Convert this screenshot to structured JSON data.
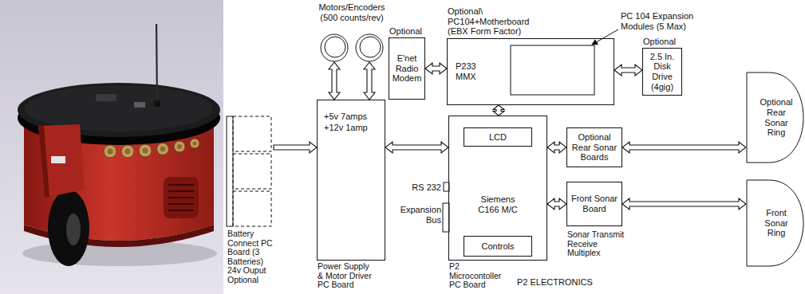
{
  "diagram": {
    "caption": "P2 ELECTRONICS",
    "nodes": [
      {
        "text": [
          "Motors/Encoders (500 counts/rev)"
        ]
      },
      {
        "text": [
          "Optional",
          "E'net Radio Modem"
        ]
      },
      {
        "text": [
          "Optional\\ PC104+Motherboard (EBX Form Factor)",
          "P233 MMX"
        ]
      },
      {
        "text": [
          "Optional",
          "2.5 In. Disk Drive (4gig)"
        ]
      },
      {
        "text": [
          "Optional Rear Sonar Ring"
        ]
      },
      {
        "text": [
          "Battery Connect PC Board (3 Batteries) 24v Ouput Optional"
        ]
      },
      {
        "text": [
          "+5v 7amps",
          "+12v 1amp",
          "Power Supply & Motor Driver PC Board"
        ]
      },
      {
        "text": [
          "Siemens C166 M/C",
          "P2 Microcontoller PC Board"
        ]
      },
      {
        "text": [
          "LCD"
        ],
        "in": 7
      },
      {
        "text": [
          "Controls"
        ],
        "in": 7
      },
      {
        "text": [
          "Optional Rear Sonar Boards"
        ]
      },
      {
        "text": [
          "Front Sonar Board",
          "Sonar Transmit Receive Multiplex"
        ]
      },
      {
        "text": [
          "Front Sonar Ring"
        ]
      }
    ],
    "edges": [
      {
        "from": 5,
        "to": 6,
        "arrow": "to"
      },
      {
        "from": 0,
        "to": 6,
        "arrow": "both"
      },
      {
        "from": 0,
        "to": 6,
        "arrow": "both"
      },
      {
        "from": 1,
        "to": 2,
        "arrow": "both"
      },
      {
        "from": 2,
        "to": 3,
        "arrow": "both"
      },
      {
        "from": 2,
        "to": 7,
        "arrow": "both"
      },
      {
        "from": 6,
        "to": 7,
        "arrow": "both"
      },
      {
        "from": 7,
        "to": 10,
        "arrow": "both"
      },
      {
        "from": 7,
        "to": 11,
        "arrow": "both"
      },
      {
        "from": 10,
        "to": 4,
        "arrow": "both"
      },
      {
        "from": 11,
        "to": 12,
        "arrow": "both"
      }
    ],
    "labels": [
      "PC 104 Expansion Modules (5 Max)",
      "RS 232",
      "Expansion Bus"
    ]
  }
}
